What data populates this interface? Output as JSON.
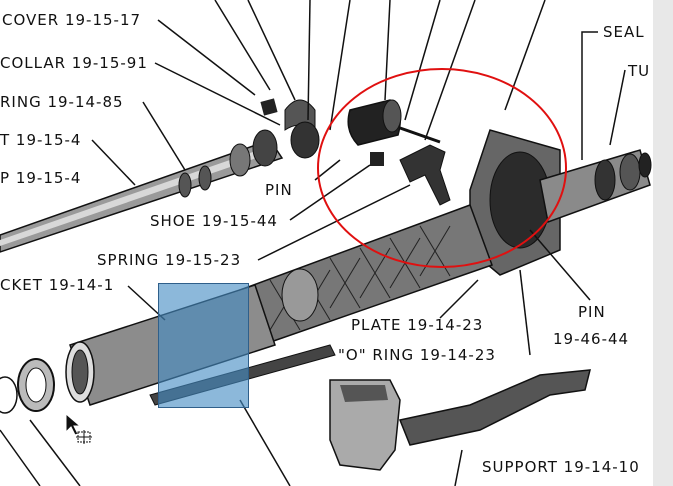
{
  "labels": {
    "cover": "COVER 19-15-17",
    "collar": "COLLAR 19-15-91",
    "ring_85": "RING 19-14-85",
    "part_4a": "T 19-15-4",
    "part_4b": "P 19-15-4",
    "pin_left": "PIN",
    "shoe": "SHOE 19-15-44",
    "spring": "SPRING 19-15-23",
    "jacket": "CKET 19-14-1",
    "plate": "PLATE 19-14-23",
    "o_ring": "\"O\" RING 19-14-23",
    "pin_right": "PIN",
    "pin_right_num": "19-46-44",
    "seal": "SEAL",
    "tu": "TU",
    "support": "SUPPORT 19-14-10"
  },
  "colors": {
    "highlight_circle": "#e01010",
    "selection_fill": "#4a8cc3",
    "ink": "#111111"
  },
  "icons": {
    "cursor": "move-cursor-icon"
  }
}
